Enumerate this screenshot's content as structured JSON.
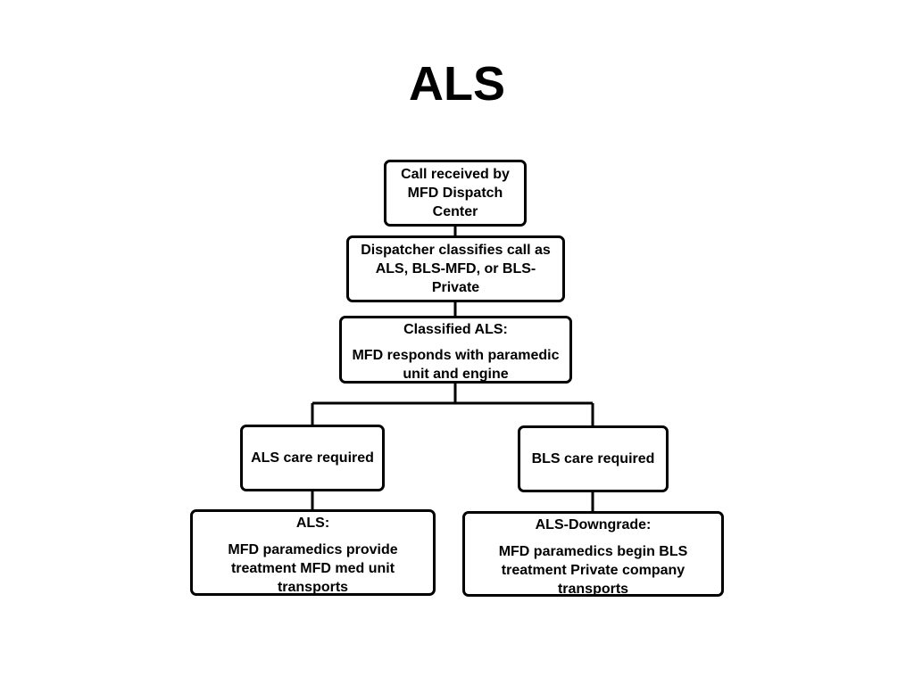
{
  "slide": {
    "title": "ALS"
  },
  "flowchart": {
    "call_received": {
      "text": "Call received by MFD Dispatch Center"
    },
    "classification": {
      "text": "Dispatcher classifies call as ALS, BLS-MFD, or BLS-Private"
    },
    "classified_als": {
      "heading": "Classified ALS:",
      "body": "MFD responds with paramedic unit and engine"
    },
    "als_care": {
      "text": "ALS care required"
    },
    "bls_care": {
      "text": "BLS care required"
    },
    "als_outcome": {
      "heading": "ALS:",
      "body": "MFD paramedics provide treatment MFD med unit transports"
    },
    "downgrade_outcome": {
      "heading": "ALS-Downgrade:",
      "body": "MFD paramedics begin BLS treatment Private company transports"
    }
  },
  "colors": {
    "stroke": "#000000",
    "fill": "#ffffff",
    "text": "#000000"
  }
}
